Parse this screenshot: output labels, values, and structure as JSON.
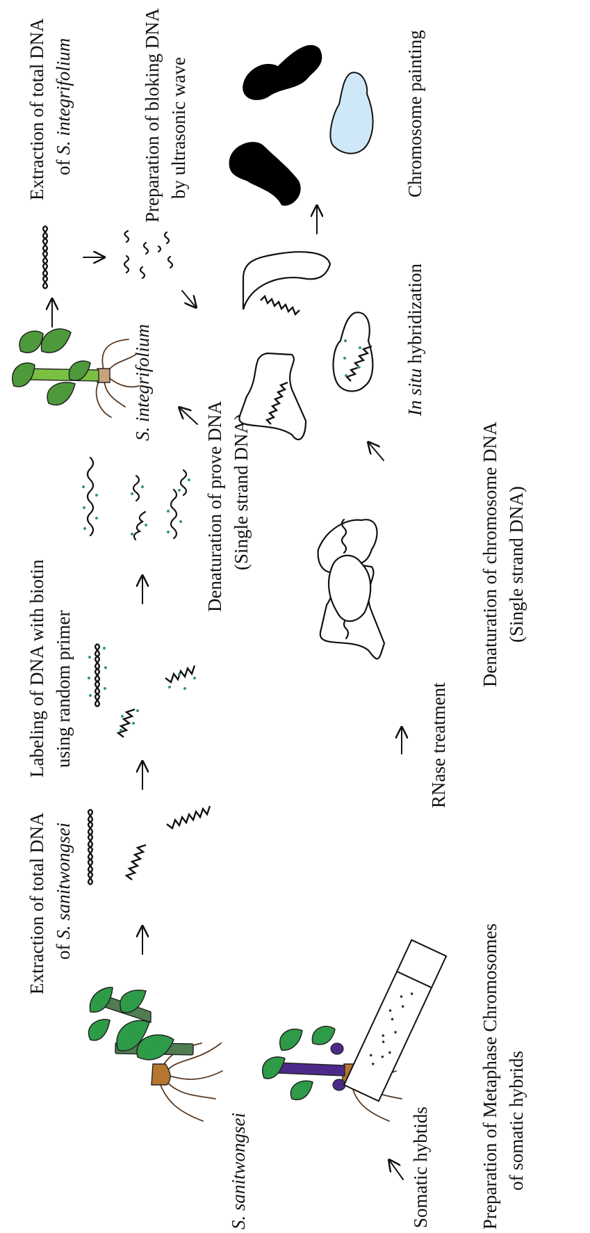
{
  "labels": {
    "extract_sani_1": "Extraction of total DNA",
    "extract_sani_2_prefix": "of ",
    "extract_sani_2_species": "S. sanitwongsei",
    "labeling_1": "Labeling of DNA with biotin",
    "labeling_2": "using random primer",
    "denat_probe_1": "Denaturation of prove DNA",
    "denat_probe_2": "(Single strand DNA)",
    "extract_integ_1": "Extraction of total DNA",
    "extract_integ_2_prefix": "of ",
    "extract_integ_2_species": "S. integrifolium",
    "blocking_1": "Preparation of bloking DNA",
    "blocking_2": "by ultrasonic wave",
    "species_integ": "S. integrifolium",
    "species_sani": "S. sanitwongsei",
    "somatic_hybrids": "Somatic hybtids",
    "prep_meta_1": "Preparation of Metaphase Chromosomes",
    "prep_meta_2": "of somatic hybrids",
    "rnase": "RNase treatment",
    "denat_chrom_1": "Denaturation of chromosome DNA",
    "denat_chrom_2": "(Single strand DNA)",
    "in_situ_italic": "In situ",
    "in_situ_rest": " hybridization",
    "painting": "Chromosome painting"
  },
  "colors": {
    "leaf_green": "#2e9b48",
    "stem_sani": "#4f7d52",
    "stem_integ": "#7ac143",
    "stem_hybrid": "#4b2a8a",
    "root_brown": "#a0622d",
    "probe_dot": "#2e9e5a",
    "painted_black": "#000000",
    "painted_blue": "#cfe8f7"
  }
}
